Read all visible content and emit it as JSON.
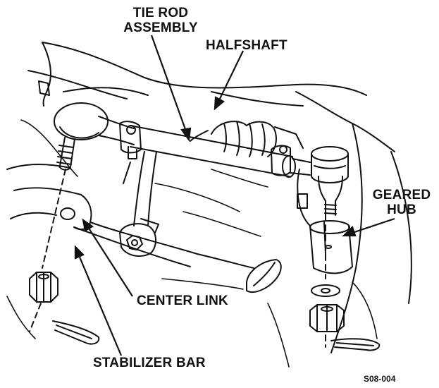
{
  "labels": {
    "tie_rod_line1": "TIE ROD",
    "tie_rod_line2": "ASSEMBLY",
    "halfshaft": "HALFSHAFT",
    "geared_line1": "GEARED",
    "geared_line2": "HUB",
    "center_link": "CENTER LINK",
    "stabilizer_bar": "STABILIZER BAR"
  },
  "figure_code": "S08-004",
  "colors": {
    "ink": "#111111",
    "paper": "#ffffff"
  }
}
